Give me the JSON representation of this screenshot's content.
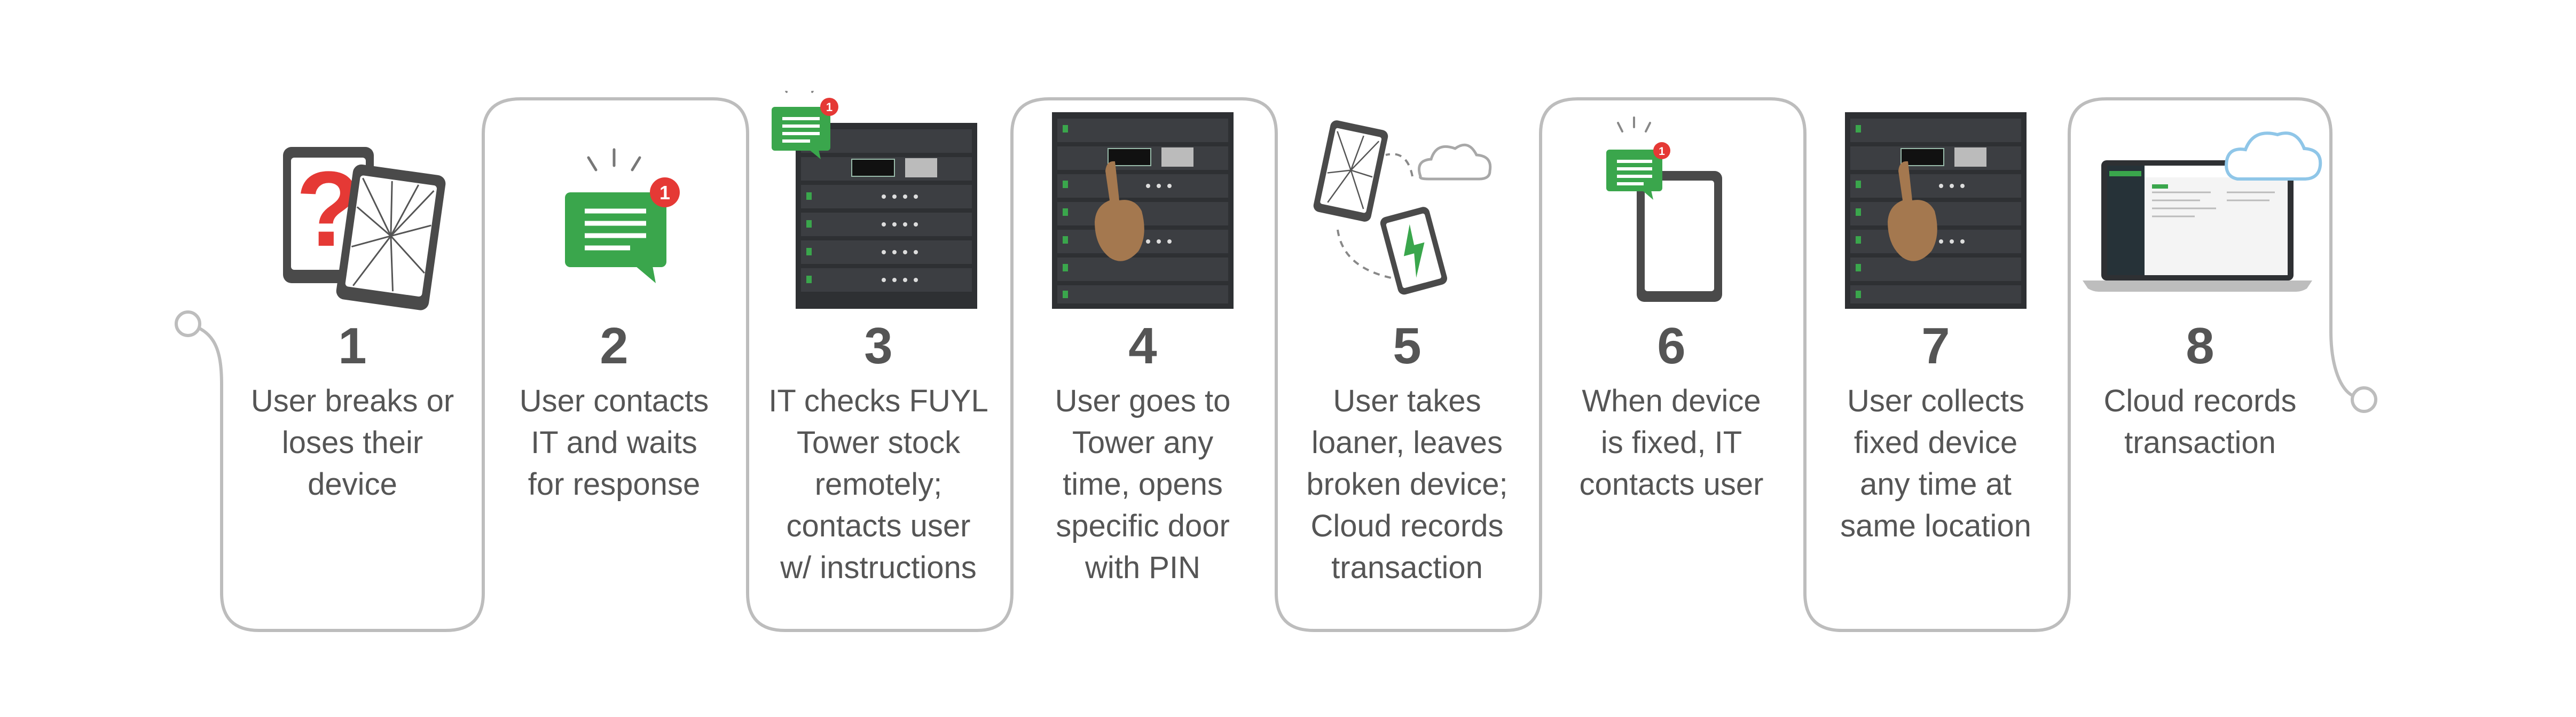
{
  "colors": {
    "connector": "#bdbdbd",
    "text": "#555555",
    "green": "#3aa64c",
    "badge": "#e53935",
    "tower": "#2e3033",
    "device": "#4a4a4a",
    "hand": "#a4784f",
    "cloud": "#8fc6e8",
    "question": "#e53935"
  },
  "steps": [
    {
      "number": "1",
      "text": "User breaks or\nloses their\ndevice",
      "icon": "broken-tablet-question-icon"
    },
    {
      "number": "2",
      "text": "User contacts\nIT and waits\nfor response",
      "icon": "message-notification-icon"
    },
    {
      "number": "3",
      "text": "IT checks FUYL\nTower stock\nremotely;\ncontacts user\nw/ instructions",
      "icon": "tower-message-icon"
    },
    {
      "number": "4",
      "text": "User goes to\nTower any\ntime, opens\nspecific door\nwith PIN",
      "icon": "tower-hand-icon"
    },
    {
      "number": "5",
      "text": "User takes\nloaner, leaves\nbroken device;\nCloud records\ntransaction",
      "icon": "device-swap-cloud-icon"
    },
    {
      "number": "6",
      "text": "When device\nis fixed, IT\ncontacts user",
      "icon": "tablet-message-icon"
    },
    {
      "number": "7",
      "text": "User collects\nfixed device\nany time at\nsame location",
      "icon": "tower-hand-icon"
    },
    {
      "number": "8",
      "text": "Cloud records\ntransaction",
      "icon": "laptop-cloud-icon"
    }
  ],
  "icons": {
    "badge_count": "1"
  }
}
